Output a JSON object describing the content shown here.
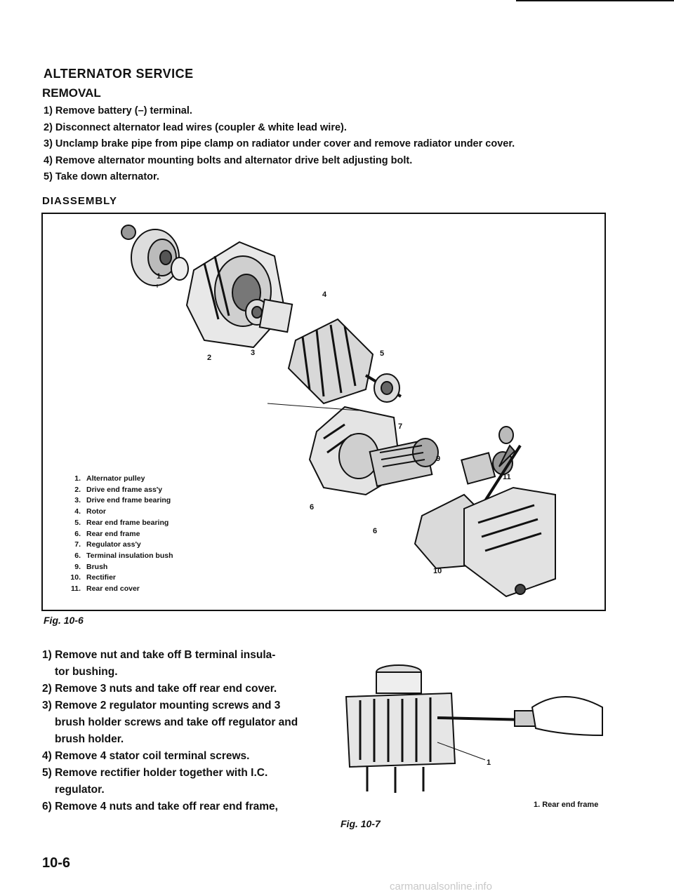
{
  "section_title": "ALTERNATOR SERVICE",
  "removal": {
    "heading": "REMOVAL",
    "steps": [
      "1) Remove battery (–) terminal.",
      "2) Disconnect alternator lead wires (coupler & white lead wire).",
      "3) Unclamp brake pipe from pipe clamp on radiator under cover and remove radiator under cover.",
      "4) Remove alternator mounting bolts and alternator drive belt adjusting bolt.",
      "5) Take down alternator."
    ]
  },
  "disassembly": {
    "heading": "DIASSEMBLY",
    "legend": [
      {
        "num": "1.",
        "label": "Alternator pulley"
      },
      {
        "num": "2.",
        "label": "Drive end frame ass'y"
      },
      {
        "num": "3.",
        "label": "Drive end frame bearing"
      },
      {
        "num": "4.",
        "label": "Rotor"
      },
      {
        "num": "5.",
        "label": "Rear end frame bearing"
      },
      {
        "num": "6.",
        "label": "Rear end frame"
      },
      {
        "num": "7.",
        "label": "Regulator ass'y"
      },
      {
        "num": "6.",
        "label": "Terminal insulation bush"
      },
      {
        "num": "9.",
        "label": "Brush"
      },
      {
        "num": "10.",
        "label": "Rectifier"
      },
      {
        "num": "11.",
        "label": "Rear end cover"
      }
    ],
    "callouts": [
      "1",
      "2",
      "3",
      "4",
      "5",
      "6",
      "7",
      "6",
      "9",
      "10",
      "11"
    ],
    "figure_caption": "Fig. 10-6",
    "steps": [
      {
        "first": "1) Remove nut and take off B terminal insula-",
        "cont": "tor bushing."
      },
      {
        "first": "2) Remove 3 nuts and take off rear end cover.",
        "cont": ""
      },
      {
        "first": "3) Remove 2 regulator mounting screws and 3",
        "cont": "brush holder screws and take off regulator and brush holder."
      },
      {
        "first": "4) Remove 4 stator coil terminal screws.",
        "cont": ""
      },
      {
        "first": "5) Remove rectifier holder together with I.C.",
        "cont": "regulator."
      },
      {
        "first": "6) Remove 4 nuts and take off rear end frame,",
        "cont": ""
      }
    ],
    "photo_callout": "1",
    "photo_caption": "1. Rear end frame",
    "photo_figure_caption": "Fig. 10-7"
  },
  "page_number": "10-6",
  "watermark": "carmanualsonline.info"
}
